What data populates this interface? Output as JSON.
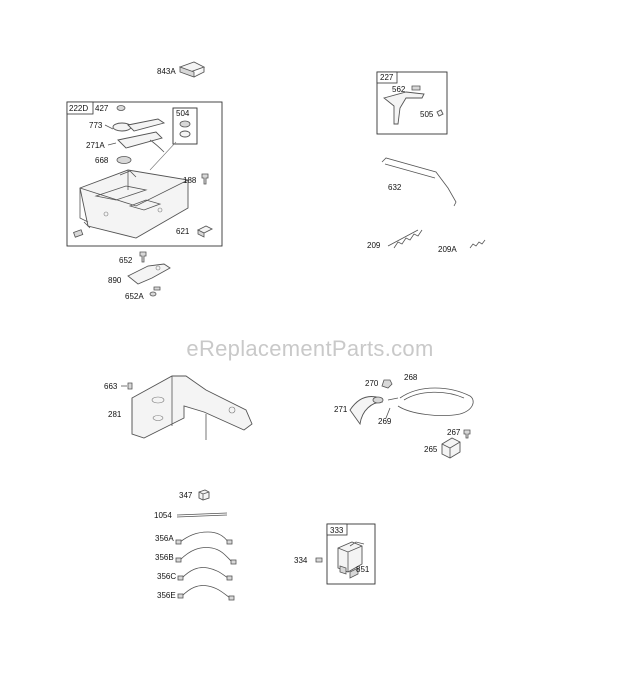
{
  "watermark": "eReplacementParts.com",
  "labels": {
    "p843A": "843A",
    "p222D": "222D",
    "p427": "427",
    "p504": "504",
    "p773": "773",
    "p271A": "271A",
    "p668": "668",
    "p188": "188",
    "p621": "621",
    "p652": "652",
    "p890": "890",
    "p652A": "652A",
    "p227": "227",
    "p562": "562",
    "p505": "505",
    "p632": "632",
    "p209": "209",
    "p209A": "209A",
    "p663": "663",
    "p281": "281",
    "p270": "270",
    "p268": "268",
    "p271": "271",
    "p269": "269",
    "p267": "267",
    "p265": "265",
    "p347": "347",
    "p1054": "1054",
    "p356A": "356A",
    "p356B": "356B",
    "p356C": "356C",
    "p356E": "356E",
    "p333": "333",
    "p334": "334",
    "p851": "851"
  }
}
